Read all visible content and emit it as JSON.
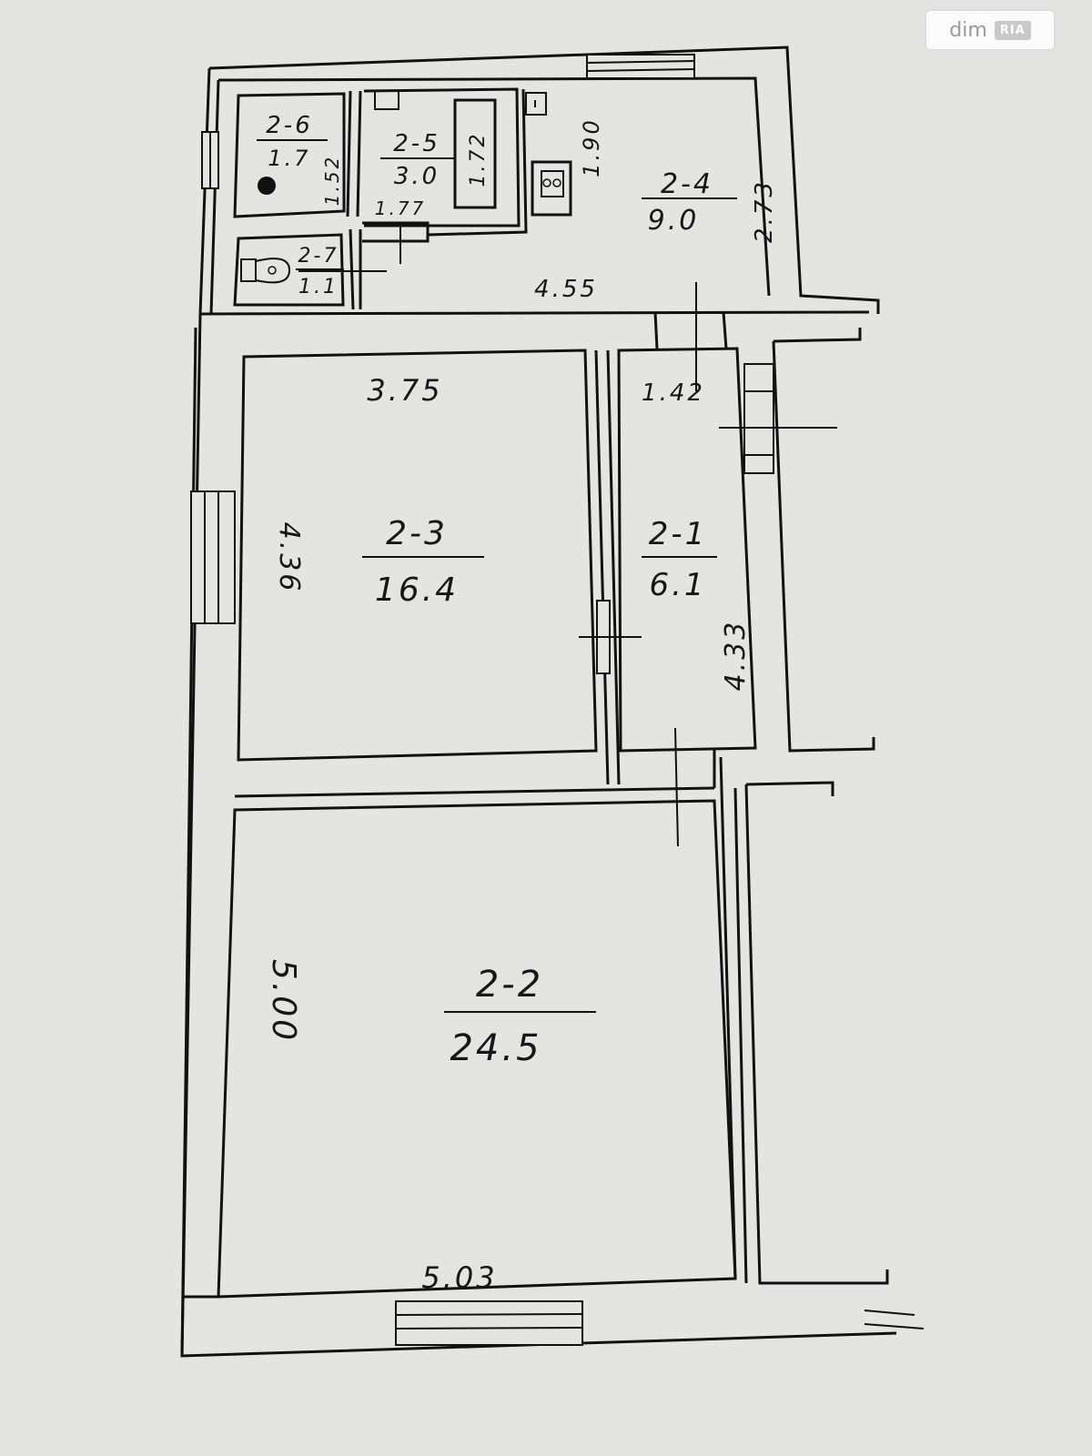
{
  "watermark": {
    "brand": "dim",
    "badge": "RIA"
  },
  "rooms": [
    {
      "id": "2-6",
      "area": "1.7"
    },
    {
      "id": "2-5",
      "area": "3.0"
    },
    {
      "id": "2-4",
      "area": "9.0"
    },
    {
      "id": "2-7",
      "area": "1.1"
    },
    {
      "id": "2-3",
      "area": "16.4"
    },
    {
      "id": "2-1",
      "area": "6.1"
    },
    {
      "id": "2-2",
      "area": "24.5"
    }
  ],
  "dimensions": [
    "1.52",
    "1.72",
    "1.77",
    "1.90",
    "2.73",
    "4.55",
    "3.75",
    "1.42",
    "4.36",
    "4.33",
    "5.00",
    "5.03"
  ]
}
